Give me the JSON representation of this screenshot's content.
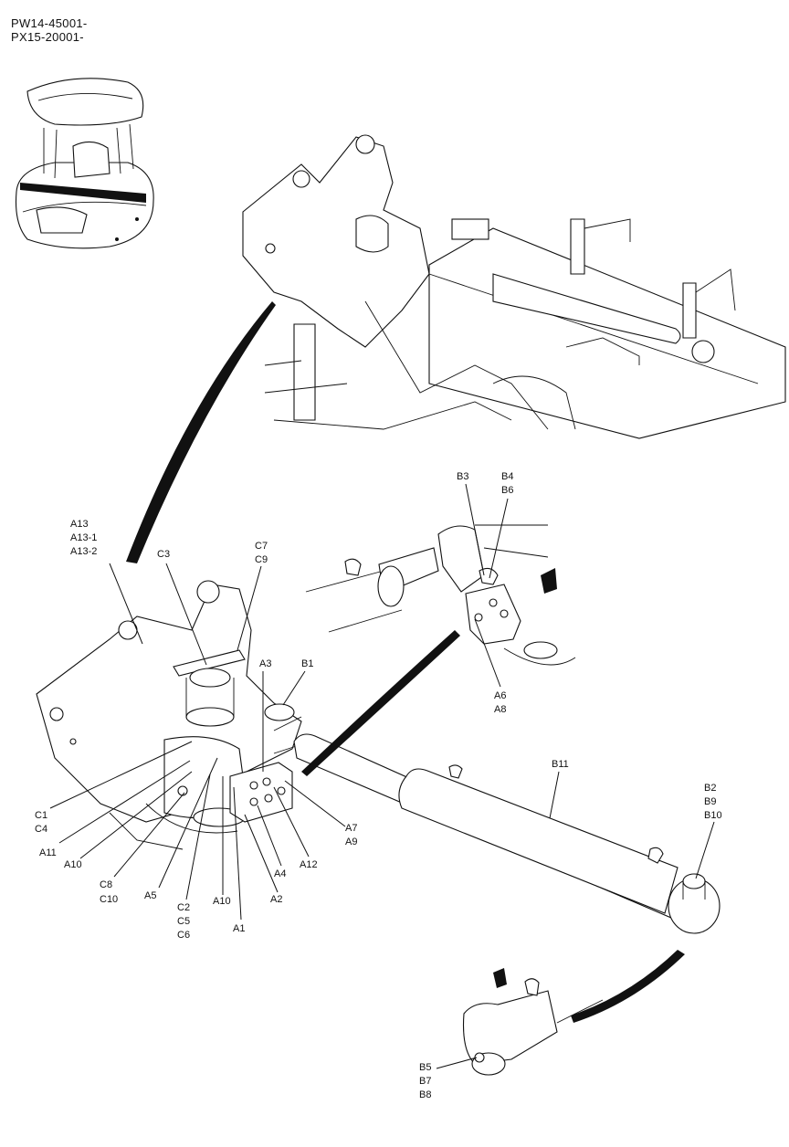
{
  "header": {
    "serials": [
      "PW14-45001-",
      "PX15-20001-"
    ]
  },
  "callouts": {
    "A13": [
      "A13",
      "A13-1",
      "A13-2"
    ],
    "C3": [
      "C3"
    ],
    "C7": [
      "C7",
      "C9"
    ],
    "A3": [
      "A3"
    ],
    "B1": [
      "B1"
    ],
    "C1": [
      "C1",
      "C4"
    ],
    "A11": [
      "A11"
    ],
    "A10a": [
      "A10"
    ],
    "C8": [
      "C8",
      "C10"
    ],
    "A5": [
      "A5"
    ],
    "C2": [
      "C2",
      "C5",
      "C6"
    ],
    "A10b": [
      "A10"
    ],
    "A1": [
      "A1"
    ],
    "A4": [
      "A4"
    ],
    "A2": [
      "A2"
    ],
    "A12": [
      "A12"
    ],
    "A7": [
      "A7",
      "A9"
    ],
    "B3": [
      "B3"
    ],
    "B4": [
      "B4",
      "B6"
    ],
    "A6": [
      "A6",
      "A8"
    ],
    "B11": [
      "B11"
    ],
    "B2": [
      "B2",
      "B9",
      "B10"
    ],
    "B5": [
      "B5",
      "B7",
      "B8"
    ]
  }
}
